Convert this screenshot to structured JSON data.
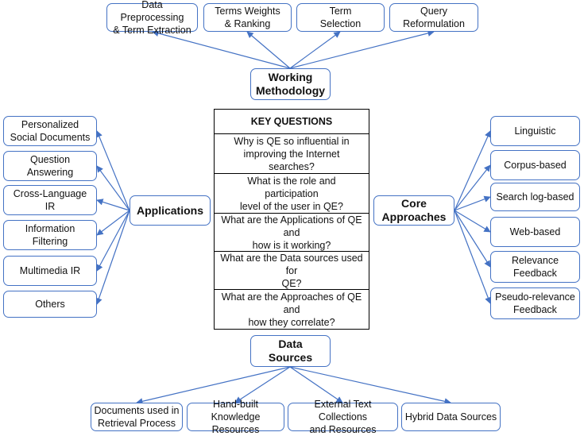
{
  "working_methodology": {
    "title": "Working\nMethodology",
    "items": [
      "Data Preprocessing\n& Term Extraction",
      "Terms Weights\n& Ranking",
      "Term\nSelection",
      "Query\nReformulation"
    ]
  },
  "key_questions": {
    "title": "KEY QUESTIONS",
    "questions": [
      "Why is QE so influential in\nimproving the Internet searches?",
      "What is the role and participation\nlevel of the user in QE?",
      "What are the Applications of QE and\nhow is it working?",
      "What are the Data sources used for\nQE?",
      "What are the Approaches of QE and\nhow they correlate?"
    ]
  },
  "applications": {
    "title": "Applications",
    "items": [
      "Personalized\nSocial Documents",
      "Question\nAnswering",
      "Cross-Language\nIR",
      "Information\nFiltering",
      "Multimedia IR",
      "Others"
    ]
  },
  "core_approaches": {
    "title": "Core\nApproaches",
    "items": [
      "Linguistic",
      "Corpus-based",
      "Search log-based",
      "Web-based",
      "Relevance\nFeedback",
      "Pseudo-relevance\nFeedback"
    ]
  },
  "data_sources": {
    "title": "Data\nSources",
    "items": [
      "Documents used in\nRetrieval Process",
      "Hand-built Knowledge\nResources",
      "External Text Collections\nand Resources",
      "Hybrid Data Sources"
    ]
  },
  "colors": {
    "border": "#4472C4",
    "arrow": "#4472C4",
    "table_border": "#000000"
  }
}
